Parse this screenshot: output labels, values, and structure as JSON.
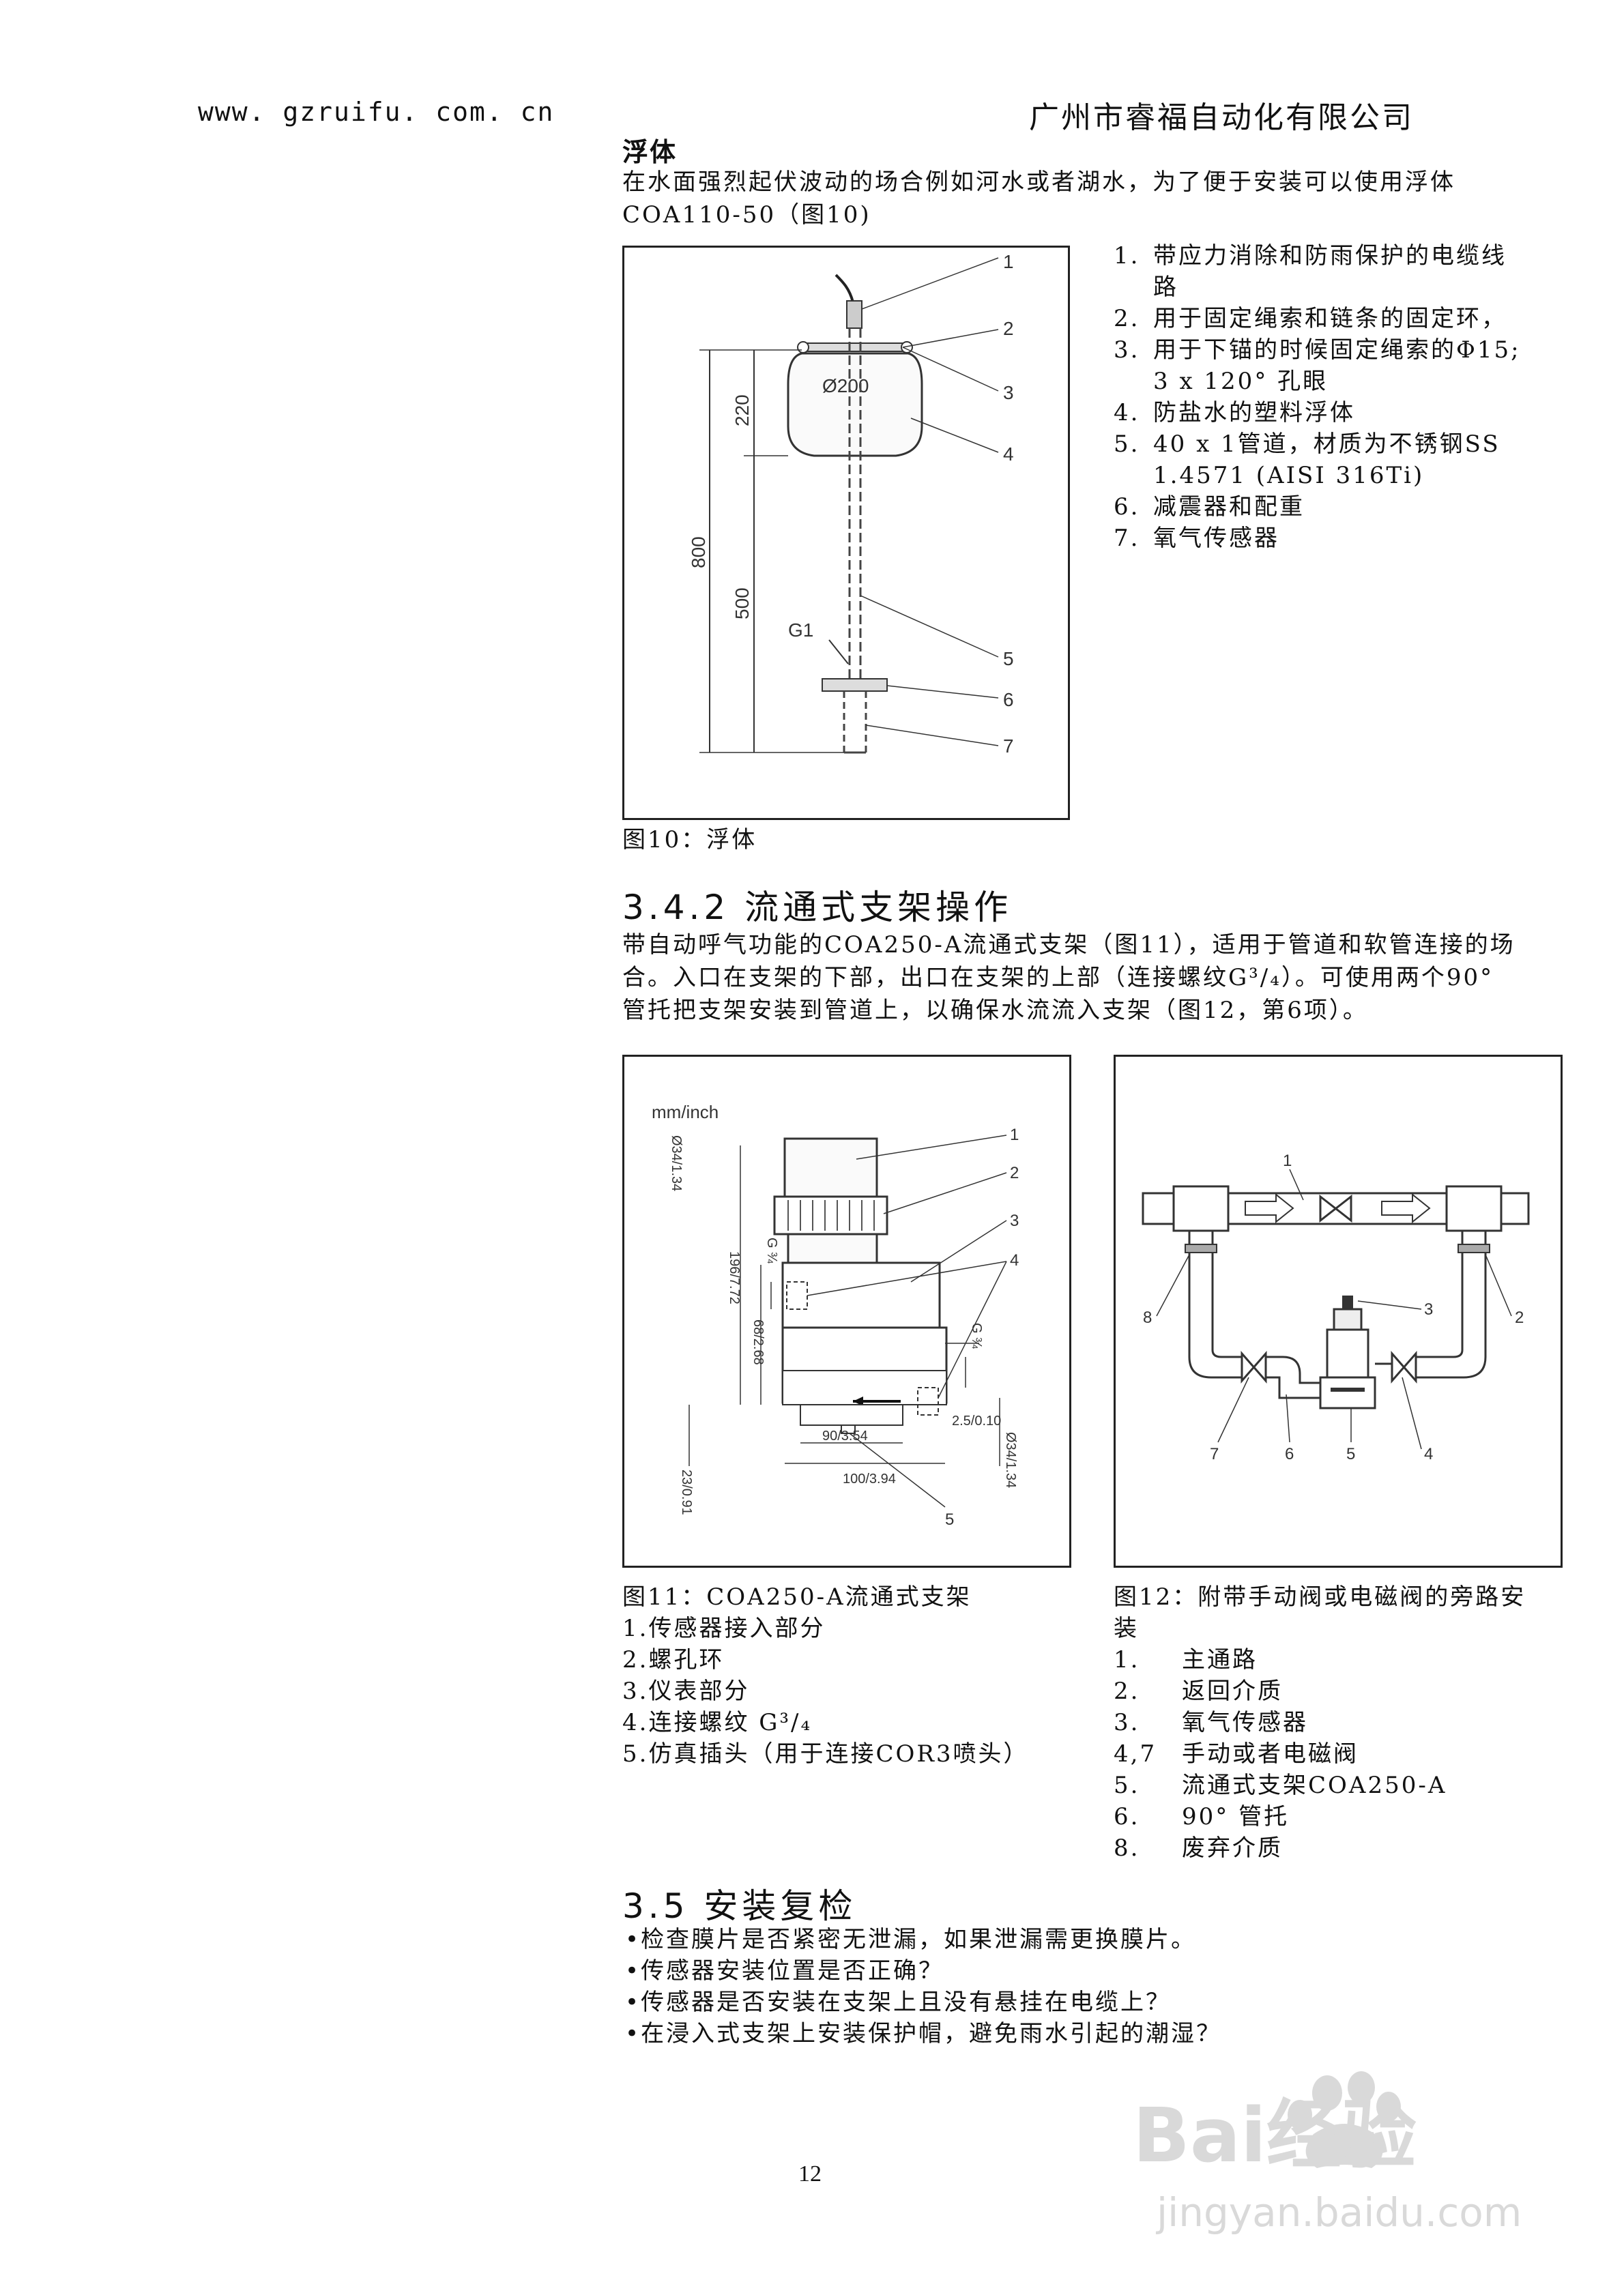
{
  "header": {
    "url": "www. gzruifu. com. cn",
    "company": "广州市睿福自动化有限公司"
  },
  "float_section": {
    "title": "浮体",
    "para": [
      "在水面强烈起伏波动的场合例如河水或者湖水，为了便于安装可以使用浮体",
      "COA110-50（图10)"
    ],
    "figure": {
      "caption": "图10：浮体",
      "dims": {
        "d200": "Ø200",
        "h220": "220",
        "h800": "800",
        "h500": "500",
        "g1": "G1"
      },
      "callouts": [
        "1",
        "2",
        "3",
        "4",
        "5",
        "6",
        "7"
      ]
    },
    "items": [
      {
        "num": "1.",
        "lines": [
          "带应力消除和防雨保护的电缆线",
          "路"
        ]
      },
      {
        "num": "2.",
        "lines": [
          "用于固定绳索和链条的固定环，"
        ]
      },
      {
        "num": "3.",
        "lines": [
          "用于下锚的时候固定绳索的Φ15;",
          "3 x 120° 孔眼"
        ]
      },
      {
        "num": "4.",
        "lines": [
          "防盐水的塑料浮体"
        ]
      },
      {
        "num": "5.",
        "lines": [
          "40 x 1管道，材质为不锈钢SS",
          "1.4571 (AISI 316Ti)"
        ]
      },
      {
        "num": "6.",
        "lines": [
          "减震器和配重"
        ]
      },
      {
        "num": "7.",
        "lines": [
          "氧气传感器"
        ]
      }
    ]
  },
  "flow_section": {
    "heading": "3.4.2  流通式支架操作",
    "para": [
      "带自动呼气功能的COA250-A流通式支架（图11），适用于管道和软管连接的场",
      "合。入口在支架的下部，出口在支架的上部（连接螺纹G³/₄）。可使用两个90°",
      "管托把支架安装到管道上，以确保水流流入支架（图12，第6项）。"
    ],
    "fig11": {
      "unit": "mm/inch",
      "dims": [
        "Ø34/1.34",
        "G ¾",
        "196/7.72",
        "68/2.68",
        "G ¾",
        "2.5/0.10",
        "90/3.54",
        "100/3.94",
        "23/0.91",
        "Ø34/1.34"
      ],
      "callouts": [
        "1",
        "2",
        "3",
        "4",
        "5"
      ],
      "caption": "图11：COA250-A流通式支架",
      "items": [
        "1.传感器接入部分",
        "2.螺孔环",
        "3.仪表部分",
        "4.连接螺纹 G³/₄",
        "5.仿真插头（用于连接COR3喷头）"
      ]
    },
    "fig12": {
      "callouts": [
        "1",
        "2",
        "3",
        "4",
        "5",
        "6",
        "7",
        "8"
      ],
      "caption_lines": [
        "图12：附带手动阀或电磁阀的旁路安",
        "装"
      ],
      "items": [
        {
          "num": "1.",
          "text": "主通路"
        },
        {
          "num": "2.",
          "text": "返回介质"
        },
        {
          "num": "3.",
          "text": "氧气传感器"
        },
        {
          "num": "4,7",
          "text": "手动或者电磁阀"
        },
        {
          "num": "5.",
          "text": "流通式支架COA250-A"
        },
        {
          "num": "6.",
          "text": "90° 管托"
        },
        {
          "num": "8.",
          "text": "废弃介质"
        }
      ]
    }
  },
  "check_section": {
    "heading": "3.5  安装复检",
    "bullets": [
      "检查膜片是否紧密无泄漏，如果泄漏需更换膜片。",
      "传感器安装位置是否正确？",
      "传感器是否安装在支架上且没有悬挂在电缆上？",
      "在浸入式支架上安装保护帽，避免雨水引起的潮湿？"
    ]
  },
  "page_number": "12",
  "watermark": {
    "logo": "Bai经验",
    "url": "jingyan.baidu.com"
  }
}
